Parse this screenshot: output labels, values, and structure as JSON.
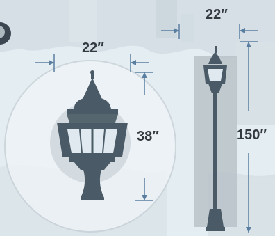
{
  "dimensions": {
    "fixture_width": "22″",
    "fixture_height": "38″",
    "pole_fixture_width": "22″",
    "pole_height": "150″"
  },
  "colors": {
    "background": "#e4edf2",
    "fixture": "#4a5a66",
    "dimension_line": "#5a7ea0",
    "label": "#333a40"
  }
}
